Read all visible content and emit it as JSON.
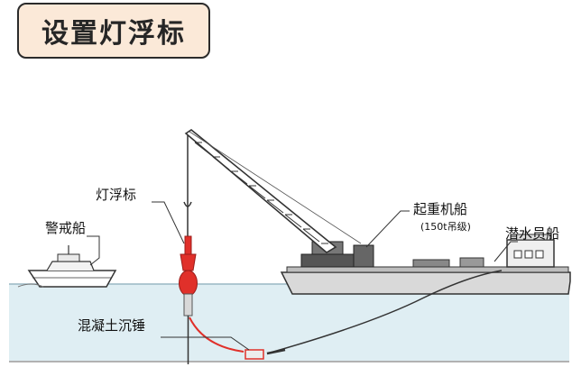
{
  "title": "设置灯浮标",
  "labels": {
    "buoy": "灯浮标",
    "guard_boat": "警戒船",
    "crane_ship": "起重机船",
    "crane_capacity": "(150t吊级)",
    "diver_boat": "潜水员船",
    "sinker": "混凝土沉锤"
  },
  "colors": {
    "title_bg": "#fbe9d8",
    "water": "#dfeef3",
    "buoy_red": "#e0302a"
  }
}
